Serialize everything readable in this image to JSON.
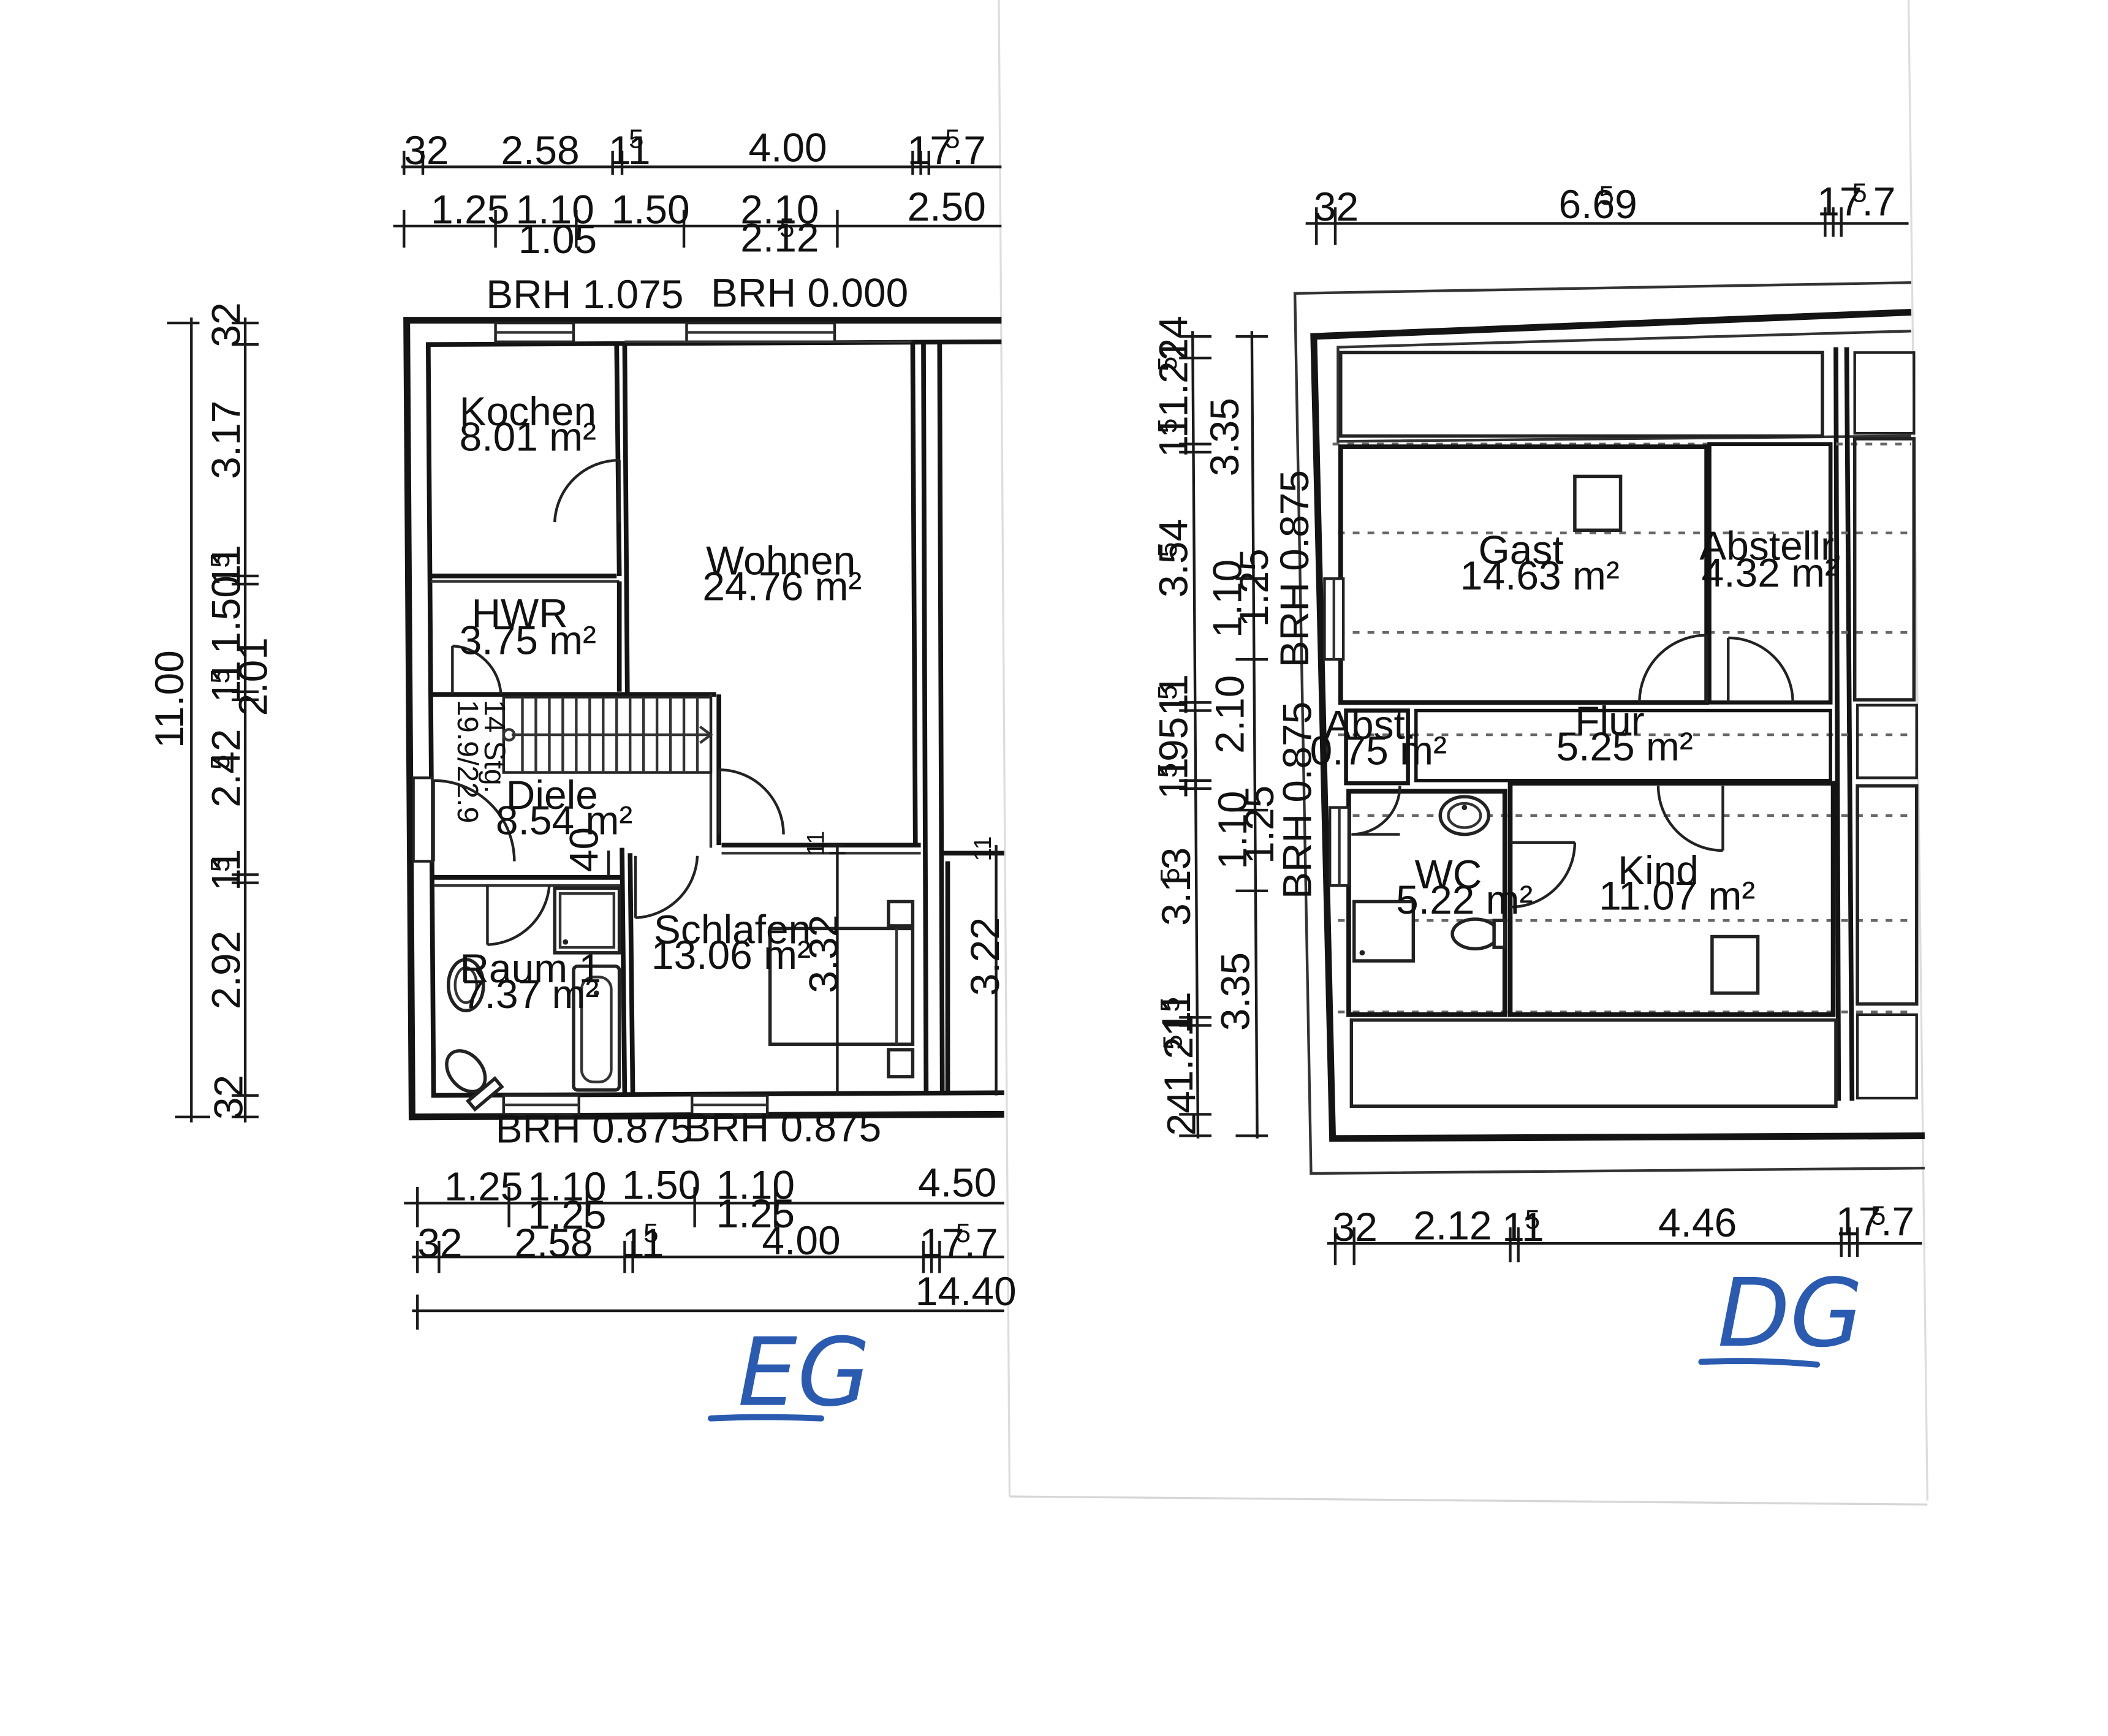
{
  "eg": {
    "label": "EG",
    "top_dims_row1": [
      "32",
      "2.58",
      "11",
      "4.00",
      "17.7"
    ],
    "top_dims_row1_sups": [
      "5",
      "5"
    ],
    "top_dims_row2": [
      "1.25",
      "1.10",
      "1.50",
      "2.10",
      "2.50"
    ],
    "top_dims_row3": [
      "1.05",
      "2.12"
    ],
    "top_dims_row3_sup": "5",
    "brh_top": [
      "BRH 1.075",
      "BRH 0.000"
    ],
    "brh_bottom": [
      "BRH 0.875",
      "BRH 0.875"
    ],
    "left_total": "11.00",
    "left_dims": [
      "32",
      "3.17",
      "11",
      "1.50",
      "11",
      "2.01",
      "2.42",
      "11",
      "2.92",
      "32"
    ],
    "left_sups": [
      "5",
      "5",
      "5",
      "5"
    ],
    "inner_dims": [
      "40",
      "11",
      "3.32",
      "11",
      "3.22"
    ],
    "inner_sup": "5",
    "stair": [
      "14 Stg.",
      "19.9/22.9"
    ],
    "rooms": [
      {
        "name": "Kochen",
        "area": "8.01 m²"
      },
      {
        "name": "Wohnen",
        "area": "24.76 m²"
      },
      {
        "name": "HWR",
        "area": "3.75 m²"
      },
      {
        "name": "Diele",
        "area": "8.54 m²"
      },
      {
        "name": "Raum 1",
        "area": "7.37 m²"
      },
      {
        "name": "Schlafen",
        "area": "13.06 m²"
      }
    ],
    "bottom_dims_row1": [
      "1.25",
      "1.10",
      "1.50",
      "1.10",
      "4.50"
    ],
    "bottom_dims_row2": [
      "1.25",
      "1.25"
    ],
    "bottom_dims_row3": [
      "32",
      "2.58",
      "11",
      "4.00",
      "17.7"
    ],
    "bottom_dims_row3_sups": [
      "5",
      "5"
    ],
    "total": "14.40"
  },
  "dg": {
    "label": "DG",
    "top_dims": [
      "32",
      "6.69",
      "17.7"
    ],
    "top_sups": [
      "5",
      "5"
    ],
    "left_dims_outer": [
      "24",
      "1.21",
      "11",
      "3.54",
      "11",
      "95",
      "11",
      "3.13",
      "11",
      "1.21",
      "24"
    ],
    "left_sups": [
      "5",
      "5",
      "5",
      "5",
      "5",
      "5",
      "5",
      "5"
    ],
    "left_dims_inner": [
      "3.35",
      "1.10",
      "1.25",
      "2.10",
      "1.10",
      "1.25",
      "3.35"
    ],
    "brh": [
      "BRH 0.875",
      "BRH 0.875"
    ],
    "rooms": [
      {
        "name": "Gast",
        "area": "14.63 m²"
      },
      {
        "name": "Abstellr.",
        "area": "4.32 m²"
      },
      {
        "name": "Abst.",
        "area": "0.75 m²"
      },
      {
        "name": "Flur",
        "area": "5.25 m²"
      },
      {
        "name": "WC",
        "area": "5.22 m²"
      },
      {
        "name": "Kind",
        "area": "11.07 m²"
      }
    ],
    "bottom_dims": [
      "32",
      "2.12",
      "11",
      "4.46",
      "17.7"
    ],
    "bottom_sups": [
      "5",
      "5"
    ]
  },
  "colors": {
    "ink": "#141414",
    "handwriting": "#2a5bb0",
    "paper": "#ffffff"
  }
}
